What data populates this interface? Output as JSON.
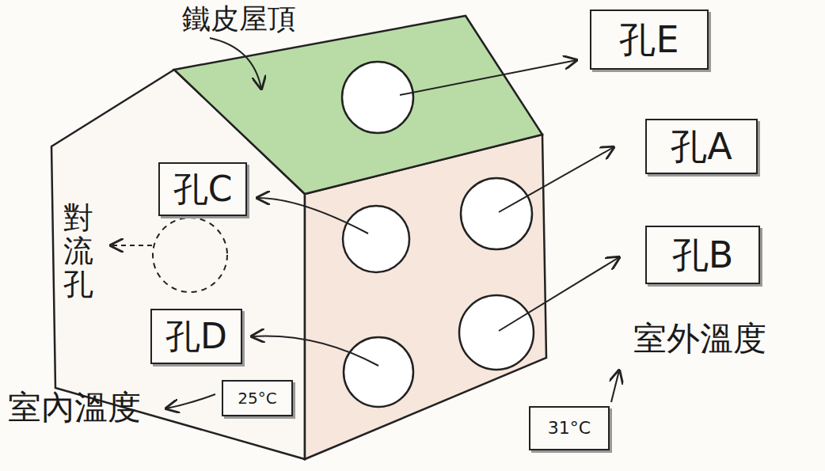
{
  "diagram": {
    "nodes": [
      {
        "text": [
          "孔E"
        ]
      },
      {
        "text": [
          "孔A"
        ]
      },
      {
        "text": [
          "孔C"
        ]
      },
      {
        "text": [
          "孔B"
        ]
      },
      {
        "text": [
          "孔D"
        ]
      },
      {
        "text": [
          "25°C"
        ]
      },
      {
        "text": [
          "31°C"
        ]
      }
    ],
    "labels": [
      "鐵皮屋頂",
      "對流孔",
      "室內溫度",
      "室外溫度"
    ]
  }
}
